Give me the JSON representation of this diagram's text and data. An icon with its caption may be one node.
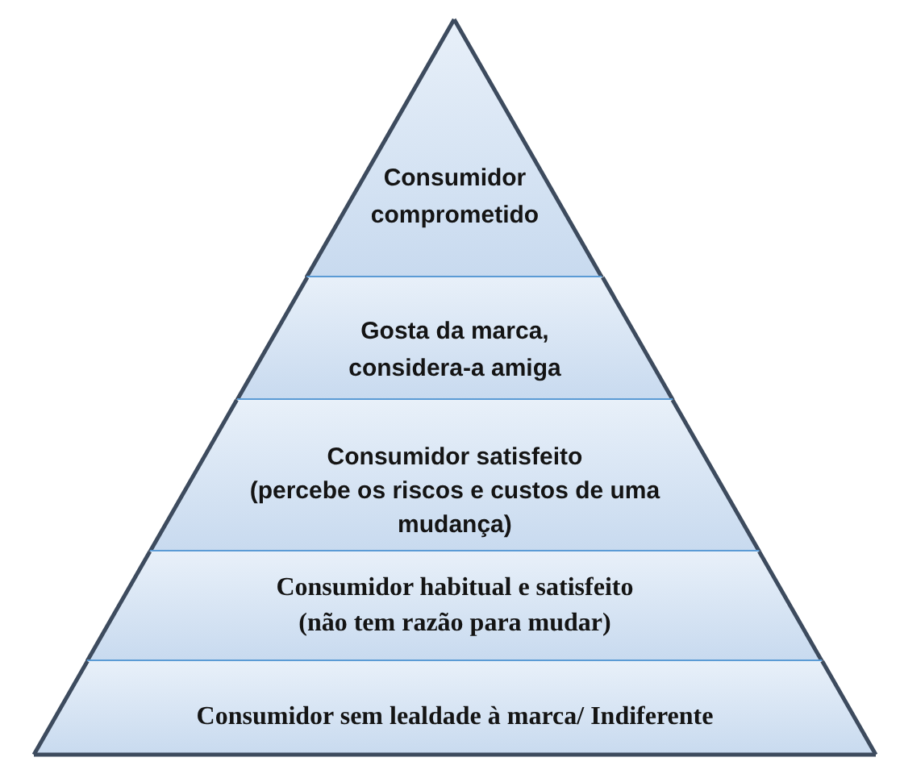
{
  "diagram": {
    "nodes": [
      {
        "text": [
          "Consumidor comprometido"
        ]
      },
      {
        "text": [
          "Gosta da marca, considera-a amiga"
        ]
      },
      {
        "text": [
          "Consumidor satisfeito",
          "(percebe os riscos e custos de uma mudança)"
        ]
      },
      {
        "text": [
          "Consumidor habitual e satisfeito",
          "(não tem razão para mudar)"
        ]
      },
      {
        "text": [
          "Consumidor sem lealdade à marca/ Indiferente"
        ]
      }
    ]
  }
}
